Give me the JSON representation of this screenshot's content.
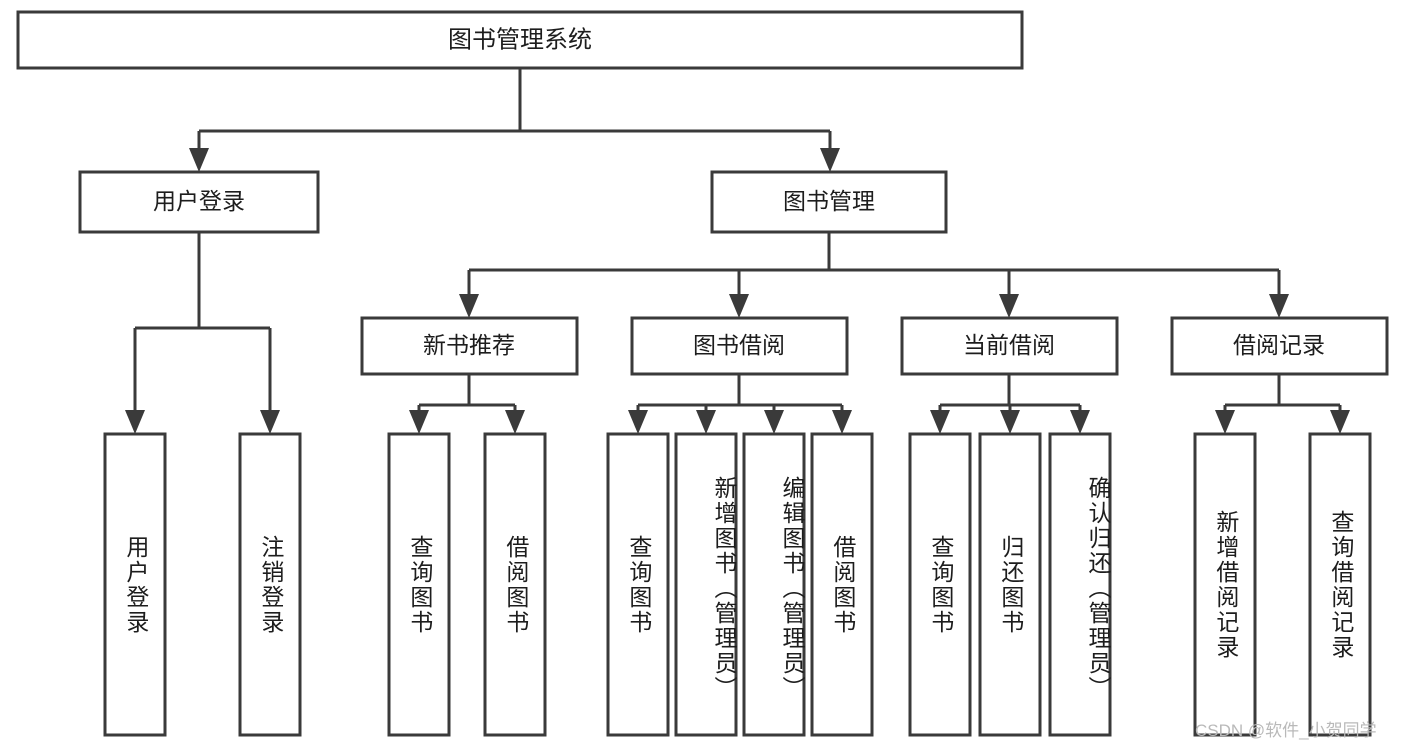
{
  "diagram": {
    "title": "图书管理系统",
    "type": "tree",
    "orientation": "top-down",
    "background_color": "#ffffff",
    "stroke_color": "#3a3a3a",
    "text_color": "#1d1d1d",
    "root": {
      "id": "root",
      "label": "图书管理系统"
    },
    "level2": [
      {
        "id": "user-login",
        "label": "用户登录"
      },
      {
        "id": "book-manage",
        "label": "图书管理"
      }
    ],
    "level3": [
      {
        "id": "new-book-rec",
        "label": "新书推荐",
        "parent": "book-manage"
      },
      {
        "id": "book-borrow",
        "label": "图书借阅",
        "parent": "book-manage"
      },
      {
        "id": "current-borrow",
        "label": "当前借阅",
        "parent": "book-manage"
      },
      {
        "id": "borrow-record",
        "label": "借阅记录",
        "parent": "book-manage"
      }
    ],
    "leaves": {
      "user-login": [
        {
          "id": "leaf-user-login",
          "label": "用户登录"
        },
        {
          "id": "leaf-user-logout",
          "label": "注销登录"
        }
      ],
      "new-book-rec": [
        {
          "id": "leaf-query-book-1",
          "label": "查询图书"
        },
        {
          "id": "leaf-borrow-book-1",
          "label": "借阅图书"
        }
      ],
      "book-borrow": [
        {
          "id": "leaf-query-book-2",
          "label": "查询图书"
        },
        {
          "id": "leaf-add-book",
          "label": "新增图书（管理员）"
        },
        {
          "id": "leaf-edit-book",
          "label": "编辑图书（管理员）"
        },
        {
          "id": "leaf-borrow-book-2",
          "label": "借阅图书"
        }
      ],
      "current-borrow": [
        {
          "id": "leaf-query-book-3",
          "label": "查询图书"
        },
        {
          "id": "leaf-return-book",
          "label": "归还图书"
        },
        {
          "id": "leaf-confirm-return",
          "label": "确认归还（管理员）"
        }
      ],
      "borrow-record": [
        {
          "id": "leaf-add-record",
          "label": "新增借阅记录"
        },
        {
          "id": "leaf-query-record",
          "label": "查询借阅记录"
        }
      ]
    }
  },
  "watermark": {
    "text": "CSDN @软件_小贺同学"
  }
}
